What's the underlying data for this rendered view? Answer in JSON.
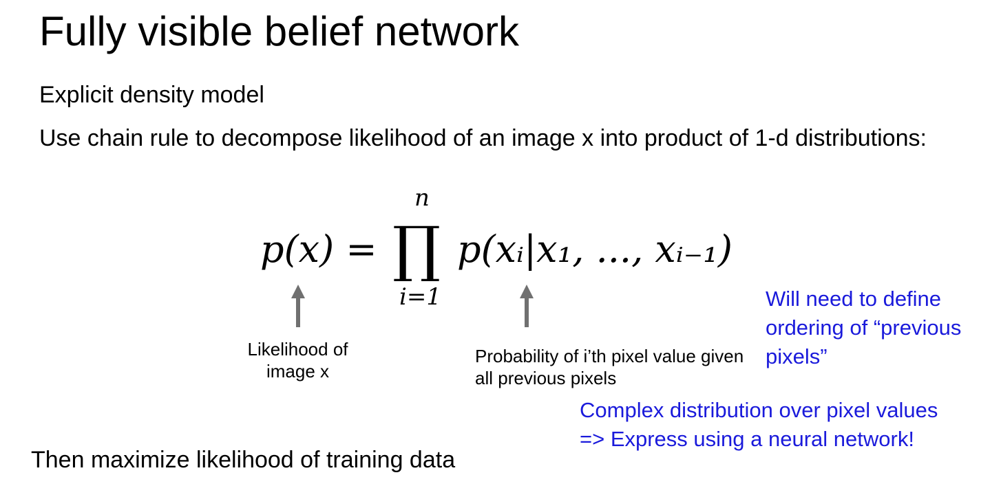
{
  "slide": {
    "title": "Fully visible belief network",
    "bullet_1": "Explicit density model",
    "bullet_2": "Use chain rule to decompose likelihood of an image x into product of 1-d distributions:",
    "bullet_3": "Then maximize likelihood of training data"
  },
  "formula": {
    "lhs": "p(x) =",
    "product_symbol": "∏",
    "upper_limit": "n",
    "lower_limit": "i=1",
    "rhs": "p(xᵢ|x₁, ..., xᵢ₋₁)"
  },
  "annotations": {
    "likelihood_label": "Likelihood of image x",
    "probability_label": "Probability of i’th pixel value given all previous pixels",
    "ordering_note": "Will need to define ordering of “previous pixels”",
    "neural_note": "Complex distribution over pixel values => Express using a neural network!"
  },
  "colors": {
    "text": "#000000",
    "annotation_blue": "#1a1adb",
    "arrow_gray": "#707070"
  }
}
